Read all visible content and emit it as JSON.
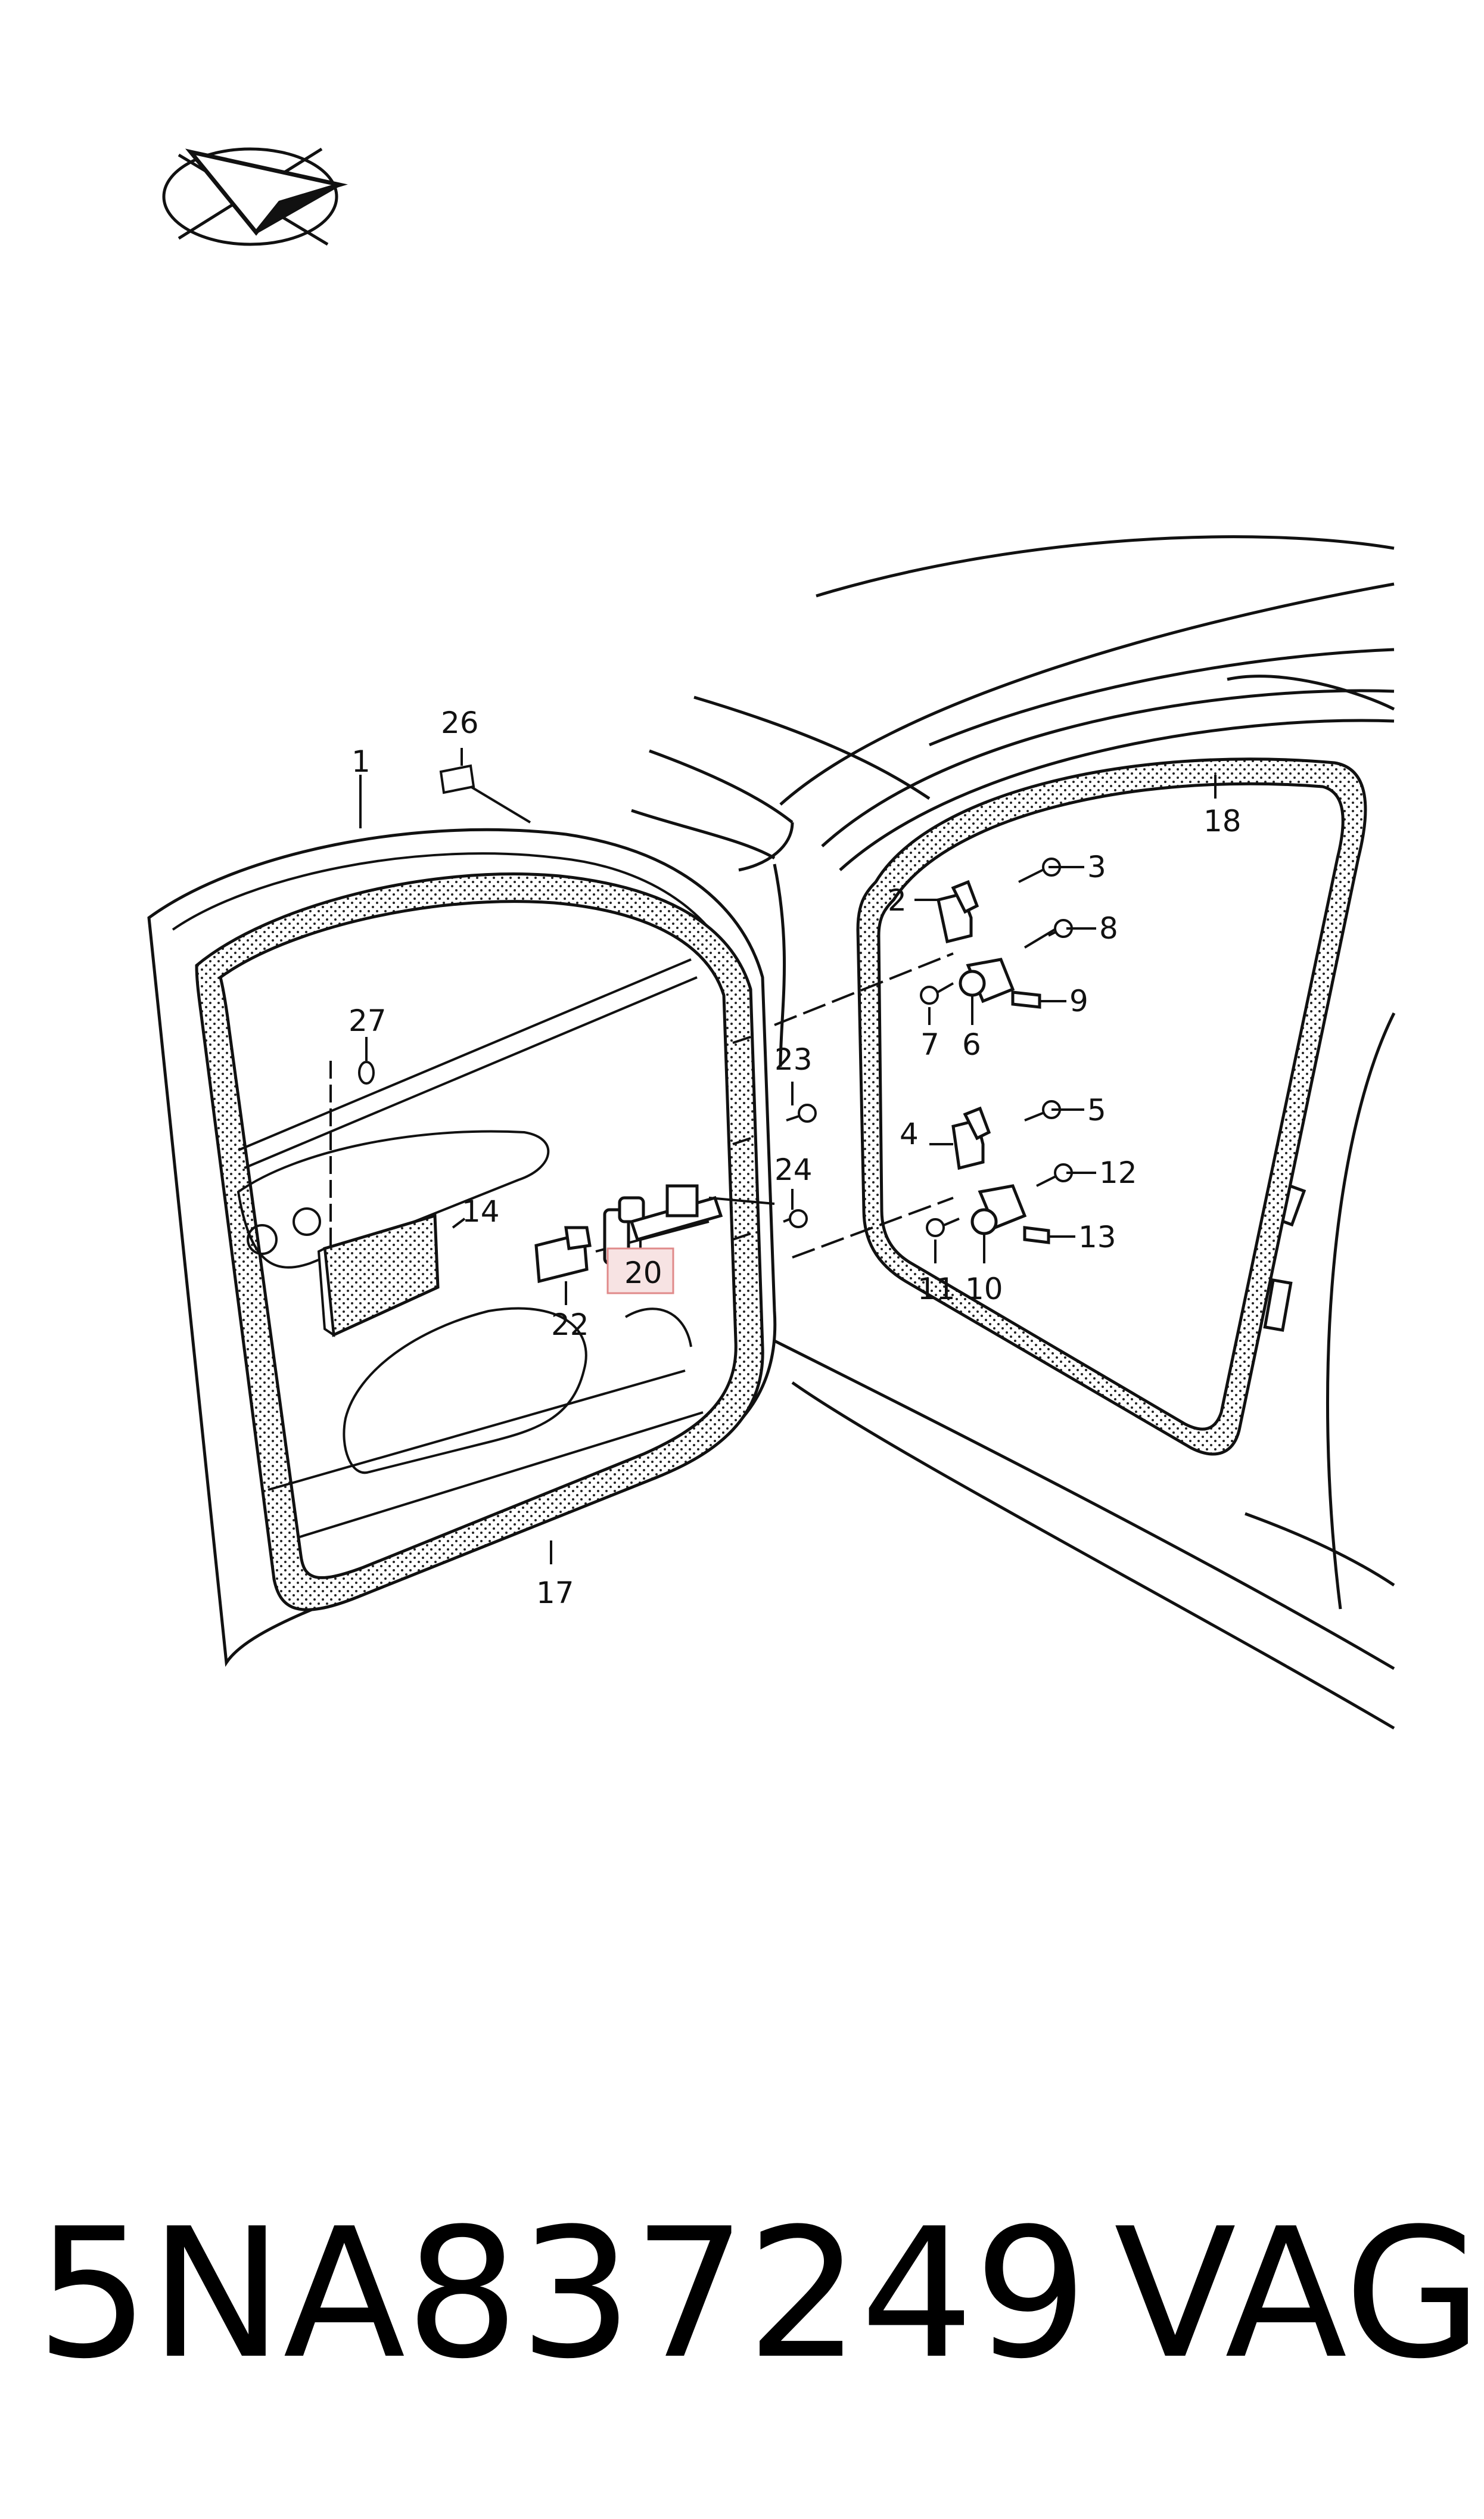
{
  "diagram": {
    "callouts": [
      {
        "id": "1",
        "text": "1"
      },
      {
        "id": "2",
        "text": "2"
      },
      {
        "id": "3",
        "text": "3"
      },
      {
        "id": "4",
        "text": "4"
      },
      {
        "id": "5",
        "text": "5"
      },
      {
        "id": "6",
        "text": "6"
      },
      {
        "id": "7",
        "text": "7"
      },
      {
        "id": "8",
        "text": "8"
      },
      {
        "id": "9",
        "text": "9"
      },
      {
        "id": "10",
        "text": "10"
      },
      {
        "id": "11",
        "text": "11"
      },
      {
        "id": "12",
        "text": "12"
      },
      {
        "id": "13",
        "text": "13"
      },
      {
        "id": "14",
        "text": "14"
      },
      {
        "id": "17",
        "text": "17"
      },
      {
        "id": "18",
        "text": "18"
      },
      {
        "id": "20",
        "text": "20",
        "highlighted": true
      },
      {
        "id": "22",
        "text": "22"
      },
      {
        "id": "23",
        "text": "23"
      },
      {
        "id": "24",
        "text": "24"
      },
      {
        "id": "26",
        "text": "26"
      },
      {
        "id": "27",
        "text": "27"
      }
    ],
    "highlight_color": "#e08a8a"
  },
  "footer": {
    "part_number": "5NA837249",
    "brand": "VAG"
  }
}
